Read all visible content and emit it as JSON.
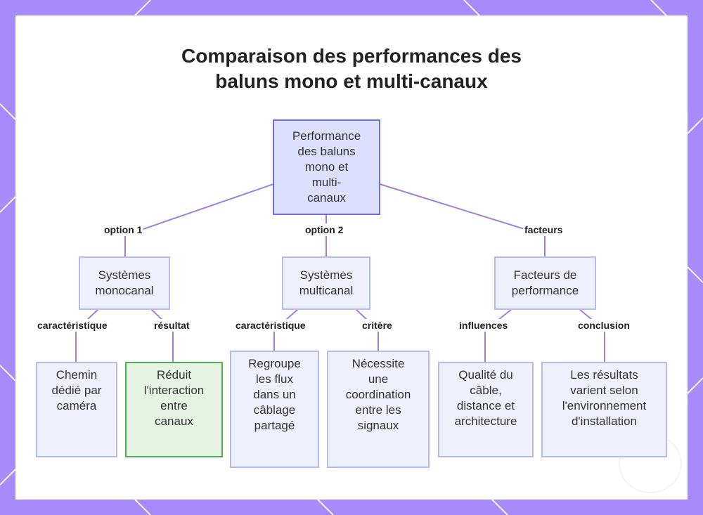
{
  "title": {
    "line1": "Comparaison des performances des",
    "line2": "baluns mono et multi-canaux"
  },
  "nodes": {
    "root": [
      "Performance",
      "des baluns",
      "mono et",
      "multi-",
      "canaux"
    ],
    "mono": [
      "Systèmes",
      "monocanal"
    ],
    "multi": [
      "Systèmes",
      "multicanal"
    ],
    "facteurs": [
      "Facteurs de",
      "performance"
    ],
    "chemin": [
      "Chemin",
      "dédié par",
      "caméra"
    ],
    "reduit": [
      "Réduit",
      "l'interaction",
      "entre",
      "canaux"
    ],
    "regroupe": [
      "Regroupe",
      "les flux",
      "dans un",
      "câblage",
      "partagé"
    ],
    "necessite": [
      "Nécessite",
      "une",
      "coordination",
      "entre les",
      "signaux"
    ],
    "qualite": [
      "Qualité du",
      "câble,",
      "distance et",
      "architecture"
    ],
    "resultats": [
      "Les résultats",
      "varient selon",
      "l'environnement",
      "d'installation"
    ]
  },
  "edges": {
    "option1": "option 1",
    "option2": "option 2",
    "facteurs": "facteurs",
    "mono_caracteristique": "caractéristique",
    "mono_resultat": "résultat",
    "multi_caracteristique": "caractéristique",
    "multi_critere": "critère",
    "influences": "influences",
    "conclusion": "conclusion"
  },
  "colors": {
    "frame": "#a78bfa",
    "node_fill": "#eef0fd",
    "node_border": "#b5baf0",
    "root_fill": "#dcdffd",
    "root_border": "#6f6fd6",
    "highlight_fill": "#e6f4e4",
    "highlight_border": "#4caf50",
    "edge": "#a07fe0"
  }
}
